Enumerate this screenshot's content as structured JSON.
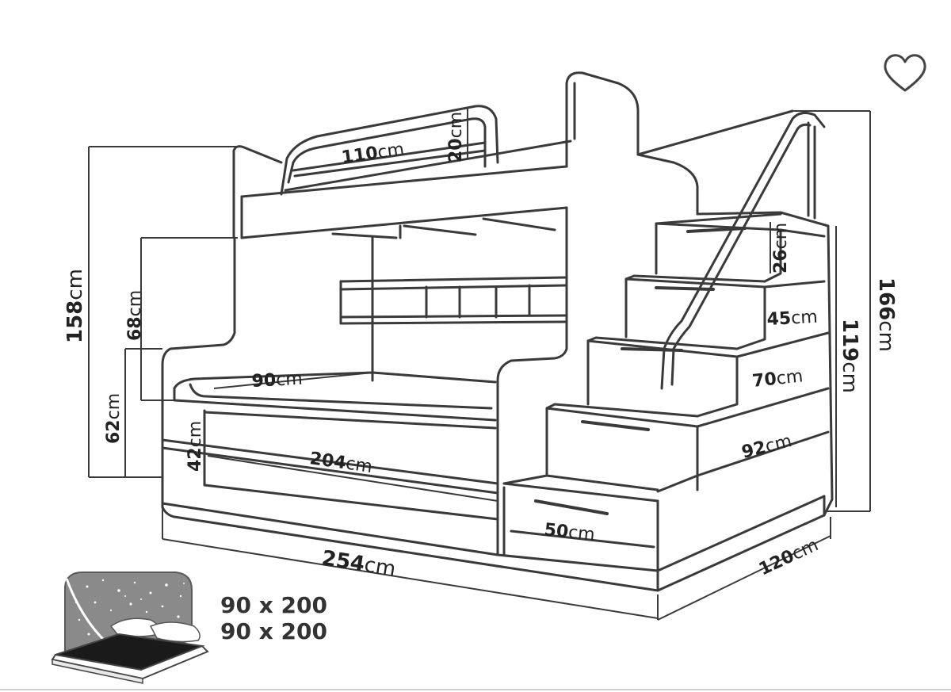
{
  "favorite": {
    "icon": "heart-outline-icon"
  },
  "dimensions": {
    "top_rail_width": {
      "num": "110",
      "unit": "cm"
    },
    "top_rail_height": {
      "num": "20",
      "unit": "cm"
    },
    "total_height_left": {
      "num": "158",
      "unit": "cm"
    },
    "upper_clearance": {
      "num": "68",
      "unit": "cm"
    },
    "lower_height": {
      "num": "62",
      "unit": "cm"
    },
    "drawer_height": {
      "num": "42",
      "unit": "cm"
    },
    "lower_width": {
      "num": "90",
      "unit": "cm"
    },
    "lower_length": {
      "num": "204",
      "unit": "cm"
    },
    "total_length": {
      "num": "254",
      "unit": "cm"
    },
    "depth": {
      "num": "120",
      "unit": "cm"
    },
    "stair_step_26": {
      "num": "26",
      "unit": "cm"
    },
    "stair_step_45": {
      "num": "45",
      "unit": "cm"
    },
    "stair_step_70": {
      "num": "70",
      "unit": "cm"
    },
    "stair_step_92": {
      "num": "92",
      "unit": "cm"
    },
    "stair_bottom_50": {
      "num": "50",
      "unit": "cm"
    },
    "stair_height": {
      "num": "119",
      "unit": "cm"
    },
    "total_height_right": {
      "num": "166",
      "unit": "cm"
    }
  },
  "mattress_sizes": [
    "90 x 200",
    "90 x 200"
  ]
}
